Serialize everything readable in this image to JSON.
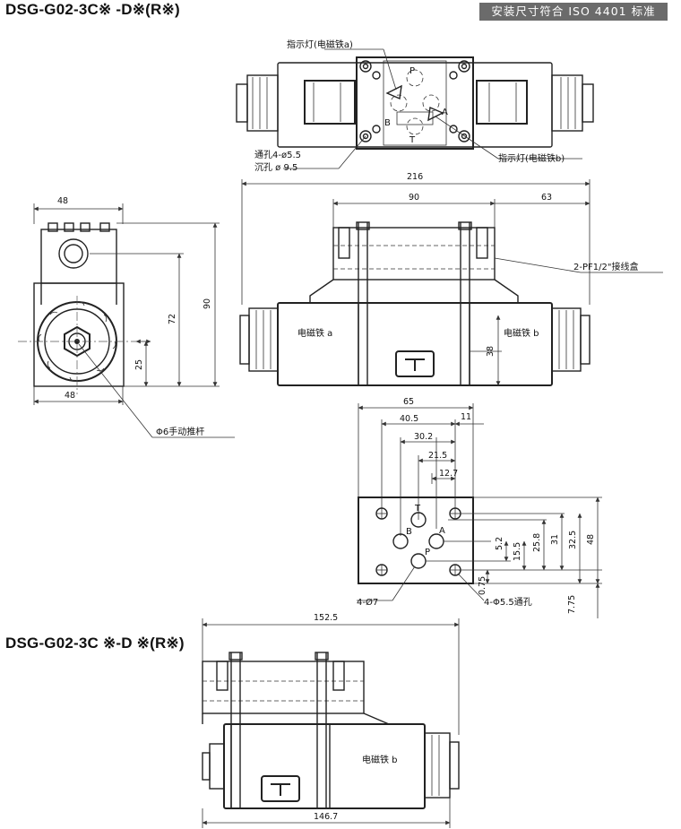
{
  "titles": {
    "top": "DSG-G02-3C※ -D※(R※)",
    "bottom": "DSG-G02-3C ※-D ※(R※)",
    "standard_badge": "安装尺寸符合 ISO 4401 标准"
  },
  "labels": {
    "indicator_a": "指示灯(电磁铁a)",
    "indicator_b": "指示灯(电磁铁b)",
    "through_hole": "通孔4-ø5.5",
    "counterbore": "沉孔 ø 9.5",
    "junction_box": "2-PF1/2\"接线盒",
    "solenoid_a": "电磁铁 a",
    "solenoid_b": "电磁铁 b",
    "solenoid_b_bottom": "电磁铁 b",
    "manual_push_rod": "Φ6手动推杆",
    "ports_4_d7": "4-Ø7",
    "holes_4_d55": "4-Φ5.5通孔",
    "port_P": "P",
    "port_T": "T",
    "port_A": "A",
    "port_B": "B",
    "port_P_top": "P",
    "port_T_top": "T",
    "port_A_top": "A",
    "port_B_top": "B"
  },
  "dimensions": {
    "side_width_top": "48",
    "side_width_bottom": "48",
    "side_height_90": "90",
    "side_height_72": "72",
    "side_height_25": "25",
    "front_width_216": "216",
    "front_width_90": "90",
    "front_width_63": "63",
    "front_height_38": "38",
    "base_65": "65",
    "base_40_5": "40.5",
    "base_11": "11",
    "base_30_2": "30.2",
    "base_21_5": "21.5",
    "base_12_7": "12.7",
    "base_5_2": "5.2",
    "base_15_5": "15.5",
    "base_25_8": "25.8",
    "base_31": "31",
    "base_32_5": "32.5",
    "base_48": "48",
    "base_0_75": "0.75",
    "base_7_75": "7.75",
    "bottom_152_5": "152.5",
    "bottom_146_7": "146.7"
  }
}
